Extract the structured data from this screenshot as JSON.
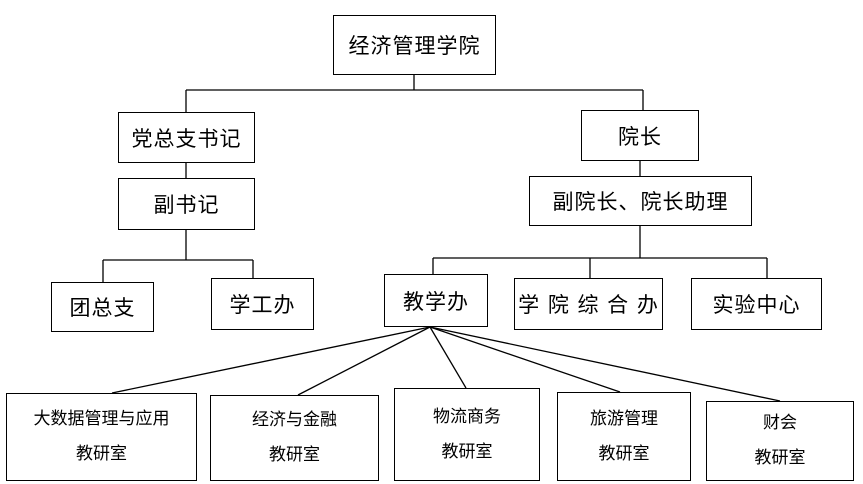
{
  "diagram": {
    "root": "经济管理学院",
    "party_secretary": "党总支书记",
    "deputy_secretary": "副书记",
    "youth_league": "团总支",
    "student_affairs_office": "学工办",
    "dean": "院长",
    "deputy_deans": "副院长、院长助理",
    "teaching_office": "教学办",
    "college_general_office": "学 院 综 合 办",
    "lab_center": "实验中心",
    "dept_big_data": {
      "line1": "大数据管理与应用",
      "line2": "教研室"
    },
    "dept_economics_finance": {
      "line1": "经济与金融",
      "line2": "教研室"
    },
    "dept_logistics_commerce": {
      "line1": "物流商务",
      "line2": "教研室"
    },
    "dept_tourism": {
      "line1": "旅游管理",
      "line2": "教研室"
    },
    "dept_accounting": {
      "line1": "财会",
      "line2": "教研室"
    }
  }
}
